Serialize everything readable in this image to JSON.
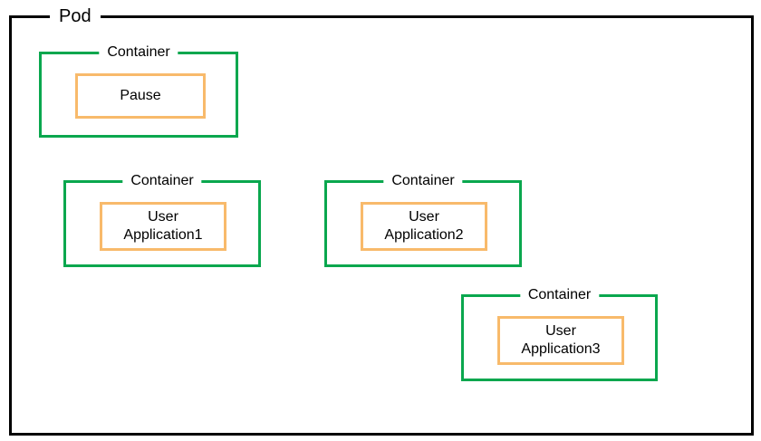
{
  "pod": {
    "label": "Pod"
  },
  "containers": [
    {
      "label": "Container",
      "app": "Pause"
    },
    {
      "label": "Container",
      "app": "User Application1"
    },
    {
      "label": "Container",
      "app": "User Application2"
    },
    {
      "label": "Container",
      "app": "User Application3"
    }
  ],
  "colors": {
    "pod_border": "#000000",
    "container_border": "#0aa74e",
    "app_border": "#f8ba6b",
    "background": "#ffffff",
    "text": "#000000"
  }
}
